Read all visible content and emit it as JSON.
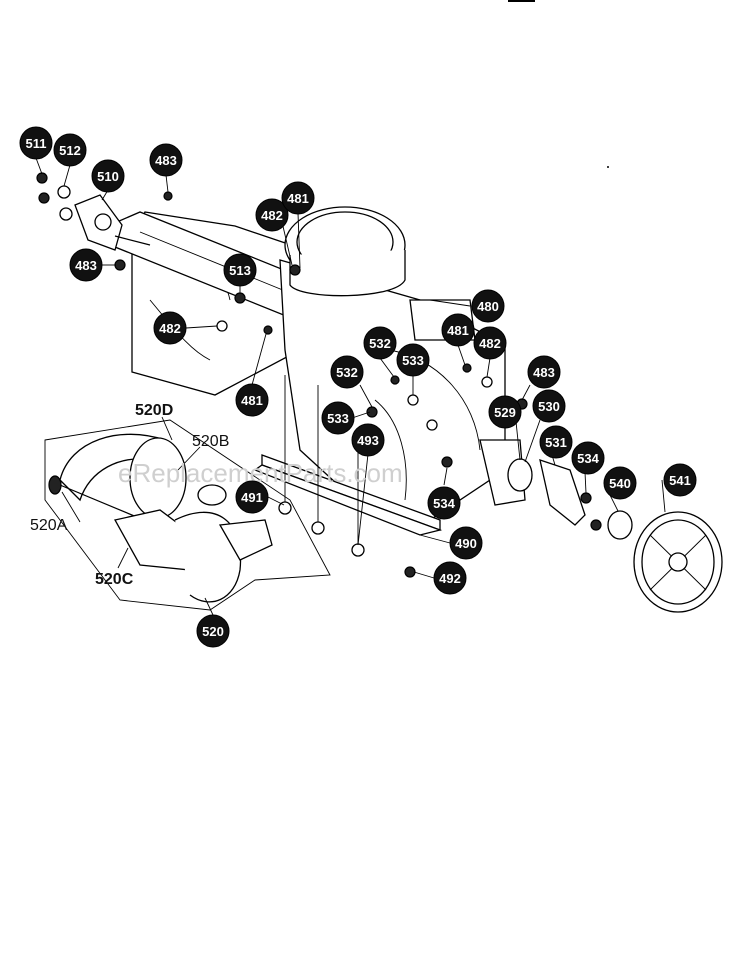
{
  "watermark": "eReplacementParts.com",
  "callouts": [
    {
      "id": "c511",
      "label": "511"
    },
    {
      "id": "c512",
      "label": "512"
    },
    {
      "id": "c510",
      "label": "510"
    },
    {
      "id": "c483a",
      "label": "483"
    },
    {
      "id": "c483b",
      "label": "483"
    },
    {
      "id": "c482a",
      "label": "482"
    },
    {
      "id": "c481a",
      "label": "481"
    },
    {
      "id": "c513",
      "label": "513"
    },
    {
      "id": "c482b",
      "label": "482"
    },
    {
      "id": "c481b",
      "label": "481"
    },
    {
      "id": "c480",
      "label": "480"
    },
    {
      "id": "c481c",
      "label": "481"
    },
    {
      "id": "c482c",
      "label": "482"
    },
    {
      "id": "c532a",
      "label": "532"
    },
    {
      "id": "c533a",
      "label": "533"
    },
    {
      "id": "c532b",
      "label": "532"
    },
    {
      "id": "c483c",
      "label": "483"
    },
    {
      "id": "c533b",
      "label": "533"
    },
    {
      "id": "c493",
      "label": "493"
    },
    {
      "id": "c529",
      "label": "529"
    },
    {
      "id": "c530",
      "label": "530"
    },
    {
      "id": "c531",
      "label": "531"
    },
    {
      "id": "c534a",
      "label": "534"
    },
    {
      "id": "c541",
      "label": "541"
    },
    {
      "id": "c540",
      "label": "540"
    },
    {
      "id": "c534b",
      "label": "534"
    },
    {
      "id": "c491",
      "label": "491"
    },
    {
      "id": "c490",
      "label": "490"
    },
    {
      "id": "c492",
      "label": "492"
    },
    {
      "id": "c520",
      "label": "520"
    }
  ],
  "plain_labels": [
    {
      "id": "l520D",
      "label": "520D"
    },
    {
      "id": "l520B",
      "label": "520B"
    },
    {
      "id": "l520A",
      "label": "520A"
    },
    {
      "id": "l520C",
      "label": "520C"
    }
  ]
}
